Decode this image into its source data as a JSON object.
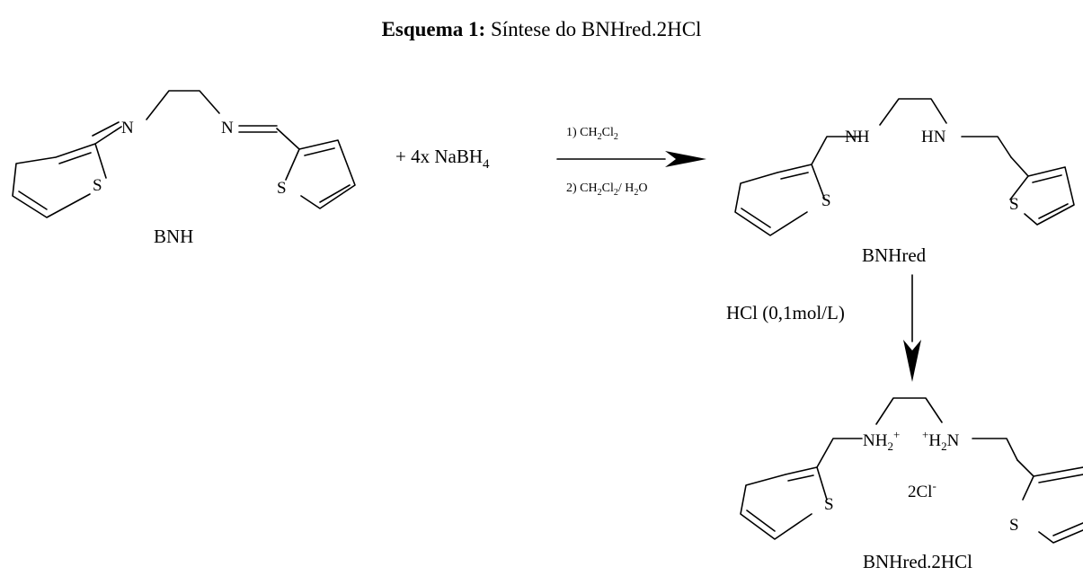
{
  "title": {
    "bold": "Esquema 1:",
    "text": "Síntese do BNHred.2HCl"
  },
  "reagent": {
    "prefix": "+  4x NaBH",
    "sub": "4"
  },
  "arrow1": {
    "step1": {
      "a": "1) CH",
      "s1": "2",
      "b": "Cl",
      "s2": "2"
    },
    "step2": {
      "a": "2) CH",
      "s1": "2",
      "b": "Cl",
      "s2": "2",
      "c": "/ H",
      "s3": "2",
      "d": "O"
    }
  },
  "arrow2": {
    "label": "HCl (0,1mol/L)"
  },
  "compounds": {
    "bnh": {
      "name": "BNH",
      "n_left": "N",
      "n_right": "N",
      "s": "S"
    },
    "bnhred": {
      "name": "BNHred",
      "nh_left": "NH",
      "nh_right": "HN",
      "s": "S"
    },
    "salt": {
      "name": "BNHred.2HCl",
      "nh2_left": "NH",
      "nh2_left_sub": "2",
      "nh2_left_sup": "+",
      "nh2_right_sup": "+",
      "nh2_right_a": "H",
      "nh2_right_sub": "2",
      "nh2_right_b": "N",
      "counterion": "2Cl",
      "counterion_sup": "-",
      "s": "S"
    }
  }
}
